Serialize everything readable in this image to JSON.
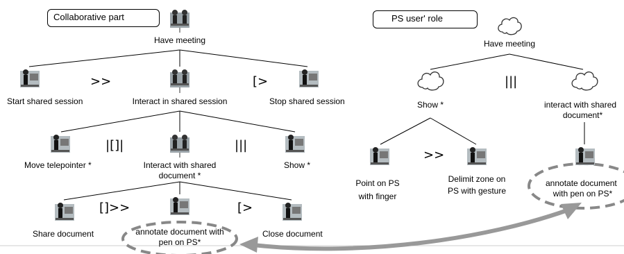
{
  "titles": {
    "collaborative": "Collaborative part",
    "ps_role": "PS user' role"
  },
  "left_tree": {
    "root": "Have meeting",
    "level1": {
      "start": "Start shared session",
      "interact": "Interact in shared session",
      "stop": "Stop shared session",
      "op_enable": ">>",
      "op_disable": "[>"
    },
    "level2": {
      "move": "Move telepointer  *",
      "interact_doc_1": "Interact with shared",
      "interact_doc_2": "document *",
      "show": "Show *",
      "op_interleave_choice": "|[]|",
      "op_concurrent": "|||"
    },
    "level3": {
      "share": "Share document",
      "annotate_1": "annotate document with",
      "annotate_2": "pen on PS*",
      "close": "Close document",
      "op_enable_info": "[]>>",
      "op_disable": "[>"
    }
  },
  "right_tree": {
    "root": "Have meeting",
    "show": "Show *",
    "interact_1": "interact with shared",
    "interact_2": "document*",
    "op_concurrent": "|||",
    "point_1": "Point on PS",
    "point_2": "with finger",
    "delimit_1": "Delimit zone on",
    "delimit_2": "PS with gesture",
    "op_enable": ">>",
    "annotate_1": "annotate document",
    "annotate_2": "with pen on PS*"
  },
  "colors": {
    "line": "#000000",
    "arrow": "#999999",
    "ellipse": "#777777"
  }
}
